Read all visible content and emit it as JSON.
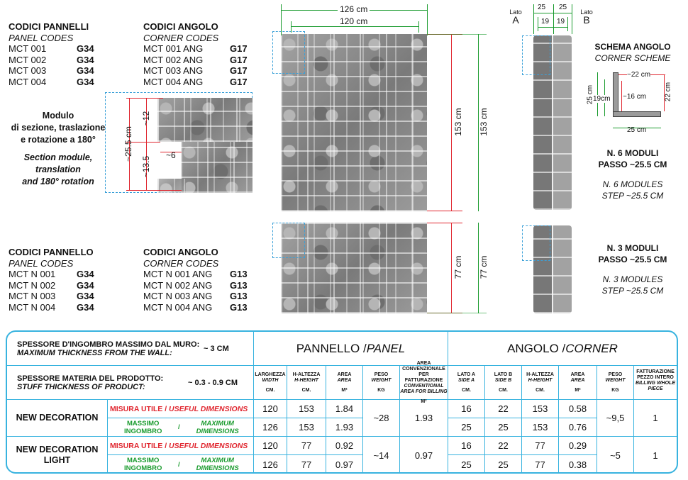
{
  "panel_codes": {
    "title": "CODICI PANNELLI",
    "subtitle": "PANEL CODES",
    "rows": [
      {
        "code": "MCT 001",
        "group": "G34"
      },
      {
        "code": "MCT 002",
        "group": "G34"
      },
      {
        "code": "MCT 003",
        "group": "G34"
      },
      {
        "code": "MCT 004",
        "group": "G34"
      }
    ]
  },
  "corner_codes": {
    "title": "CODICI ANGOLO",
    "subtitle": "CORNER CODES",
    "rows": [
      {
        "code": "MCT 001 ANG",
        "group": "G17"
      },
      {
        "code": "MCT 002 ANG",
        "group": "G17"
      },
      {
        "code": "MCT 003 ANG",
        "group": "G17"
      },
      {
        "code": "MCT 004 ANG",
        "group": "G17"
      }
    ]
  },
  "panel_codes_light": {
    "title": "CODICI PANNELLO",
    "subtitle": "PANEL CODES",
    "rows": [
      {
        "code": "MCT N 001",
        "group": "G34"
      },
      {
        "code": "MCT N 002",
        "group": "G34"
      },
      {
        "code": "MCT N 003",
        "group": "G34"
      },
      {
        "code": "MCT N 004",
        "group": "G34"
      }
    ]
  },
  "corner_codes_light": {
    "title": "CODICI ANGOLO",
    "subtitle": "CORNER CODES",
    "rows": [
      {
        "code": "MCT N 001 ANG",
        "group": "G13"
      },
      {
        "code": "MCT N 002 ANG",
        "group": "G13"
      },
      {
        "code": "MCT N 003 ANG",
        "group": "G13"
      },
      {
        "code": "MCT N 004 ANG",
        "group": "G13"
      }
    ]
  },
  "module": {
    "it_1": "Modulo",
    "it_2": "di sezione, traslazione",
    "it_3": "e rotazione a 180°",
    "en_1": "Section module,",
    "en_2": "translation",
    "en_3": "and 180° rotation",
    "dim_height": "~25.5 cm",
    "dim_top": "~12",
    "dim_bottom": "~13.5",
    "dim_shift": "~6"
  },
  "panel_dims": {
    "outer_width": "126 cm",
    "inner_width": "120 cm",
    "height_full_a": "153 cm",
    "height_full_b": "153 cm",
    "height_light_a": "77 cm",
    "height_light_b": "77 cm"
  },
  "corner_dims": {
    "side_a_label": "Lato",
    "side_a_letter": "A",
    "side_b_label": "Lato",
    "side_b_letter": "B",
    "outer_a": "25",
    "outer_b": "25",
    "inner_a": "19",
    "inner_b": "19"
  },
  "corner_scheme": {
    "title": "SCHEMA ANGOLO",
    "subtitle": "CORNER SCHEME",
    "dim_top": "~22 cm",
    "dim_inner": "~16 cm",
    "dim_left": "25 cm",
    "dim_left_inner": "19cm",
    "dim_right": "22 cm",
    "dim_bottom": "25 cm"
  },
  "modules_6": {
    "it_1": "N. 6 MODULI",
    "it_2": "PASSO ~25.5 CM",
    "en_1": "N. 6 MODULES",
    "en_2": "STEP ~25.5 CM"
  },
  "modules_3": {
    "it_1": "N. 3 MODULI",
    "it_2": "PASSO ~25.5 CM",
    "en_1": "N. 3 MODULES",
    "en_2": "STEP ~25.5 CM"
  },
  "table": {
    "thickness_it": "SPESSORE D'INGOMBRO MASSIMO DAL MURO:",
    "thickness_en": "MAXIMUM THICKNESS FROM THE WALL:",
    "thickness_val": "~ 3 CM",
    "material_it": "SPESSORE MATERIA DEL PRODOTTO:",
    "material_en": "STUFF THICKNESS OF PRODUCT:",
    "material_val": "~ 0.3 - 0.9  CM",
    "panel_head_it": "PANNELLO / ",
    "panel_head_en": "PANEL",
    "corner_head_it": "ANGOLO / ",
    "corner_head_en": "CORNER",
    "cols": [
      {
        "it": "LARGHEZZA",
        "en": "WIDTH",
        "unit": "CM."
      },
      {
        "it": "H-ALTEZZA",
        "en": "H-HEIGHT",
        "unit": "CM."
      },
      {
        "it": "AREA",
        "en": "AREA",
        "unit": "M²"
      },
      {
        "it": "PESO",
        "en": "WEIGHT",
        "unit": "KG"
      },
      {
        "it": "AREA CONVENZIONALE PER FATTURAZIONE",
        "en": "CONVENTIONAL AREA FOR BILLING",
        "unit": "M²"
      },
      {
        "it": "LATO A",
        "en": "SIDE A",
        "unit": "CM."
      },
      {
        "it": "LATO B",
        "en": "SIDE B",
        "unit": "CM."
      },
      {
        "it": "H-ALTEZZA",
        "en": "H-HEIGHT",
        "unit": "CM."
      },
      {
        "it": "AREA",
        "en": "AREA",
        "unit": "M²"
      },
      {
        "it": "PESO",
        "en": "WEIGHT",
        "unit": "KG"
      },
      {
        "it": "FATTURAZIONE PEZZO INTERO",
        "en": "BILLING WHOLE PIECE",
        "unit": ""
      }
    ],
    "useful_label_it": "MISURA UTILE",
    "useful_label_en": "USEFUL DIMENSIONS",
    "max_label_it": "MASSIMO INGOMBRO",
    "max_label_en": "MAXIMUM DIMENSIONS",
    "rows": [
      {
        "name": "NEW DECORATION",
        "name_2": "",
        "useful": [
          "120",
          "153",
          "1.84",
          "16",
          "22",
          "153",
          "0.58"
        ],
        "max": [
          "126",
          "153",
          "1.93",
          "25",
          "25",
          "153",
          "0.76"
        ],
        "panel_weight": "~28",
        "billing_area": "1.93",
        "corner_weight": "~9,5",
        "billing_piece": "1"
      },
      {
        "name": "NEW DECORATION",
        "name_2": "LIGHT",
        "useful": [
          "120",
          "77",
          "0.92",
          "16",
          "22",
          "77",
          "0.29"
        ],
        "max": [
          "126",
          "77",
          "0.97",
          "25",
          "25",
          "77",
          "0.38"
        ],
        "panel_weight": "~14",
        "billing_area": "0.97",
        "corner_weight": "~5",
        "billing_piece": "1"
      }
    ]
  }
}
